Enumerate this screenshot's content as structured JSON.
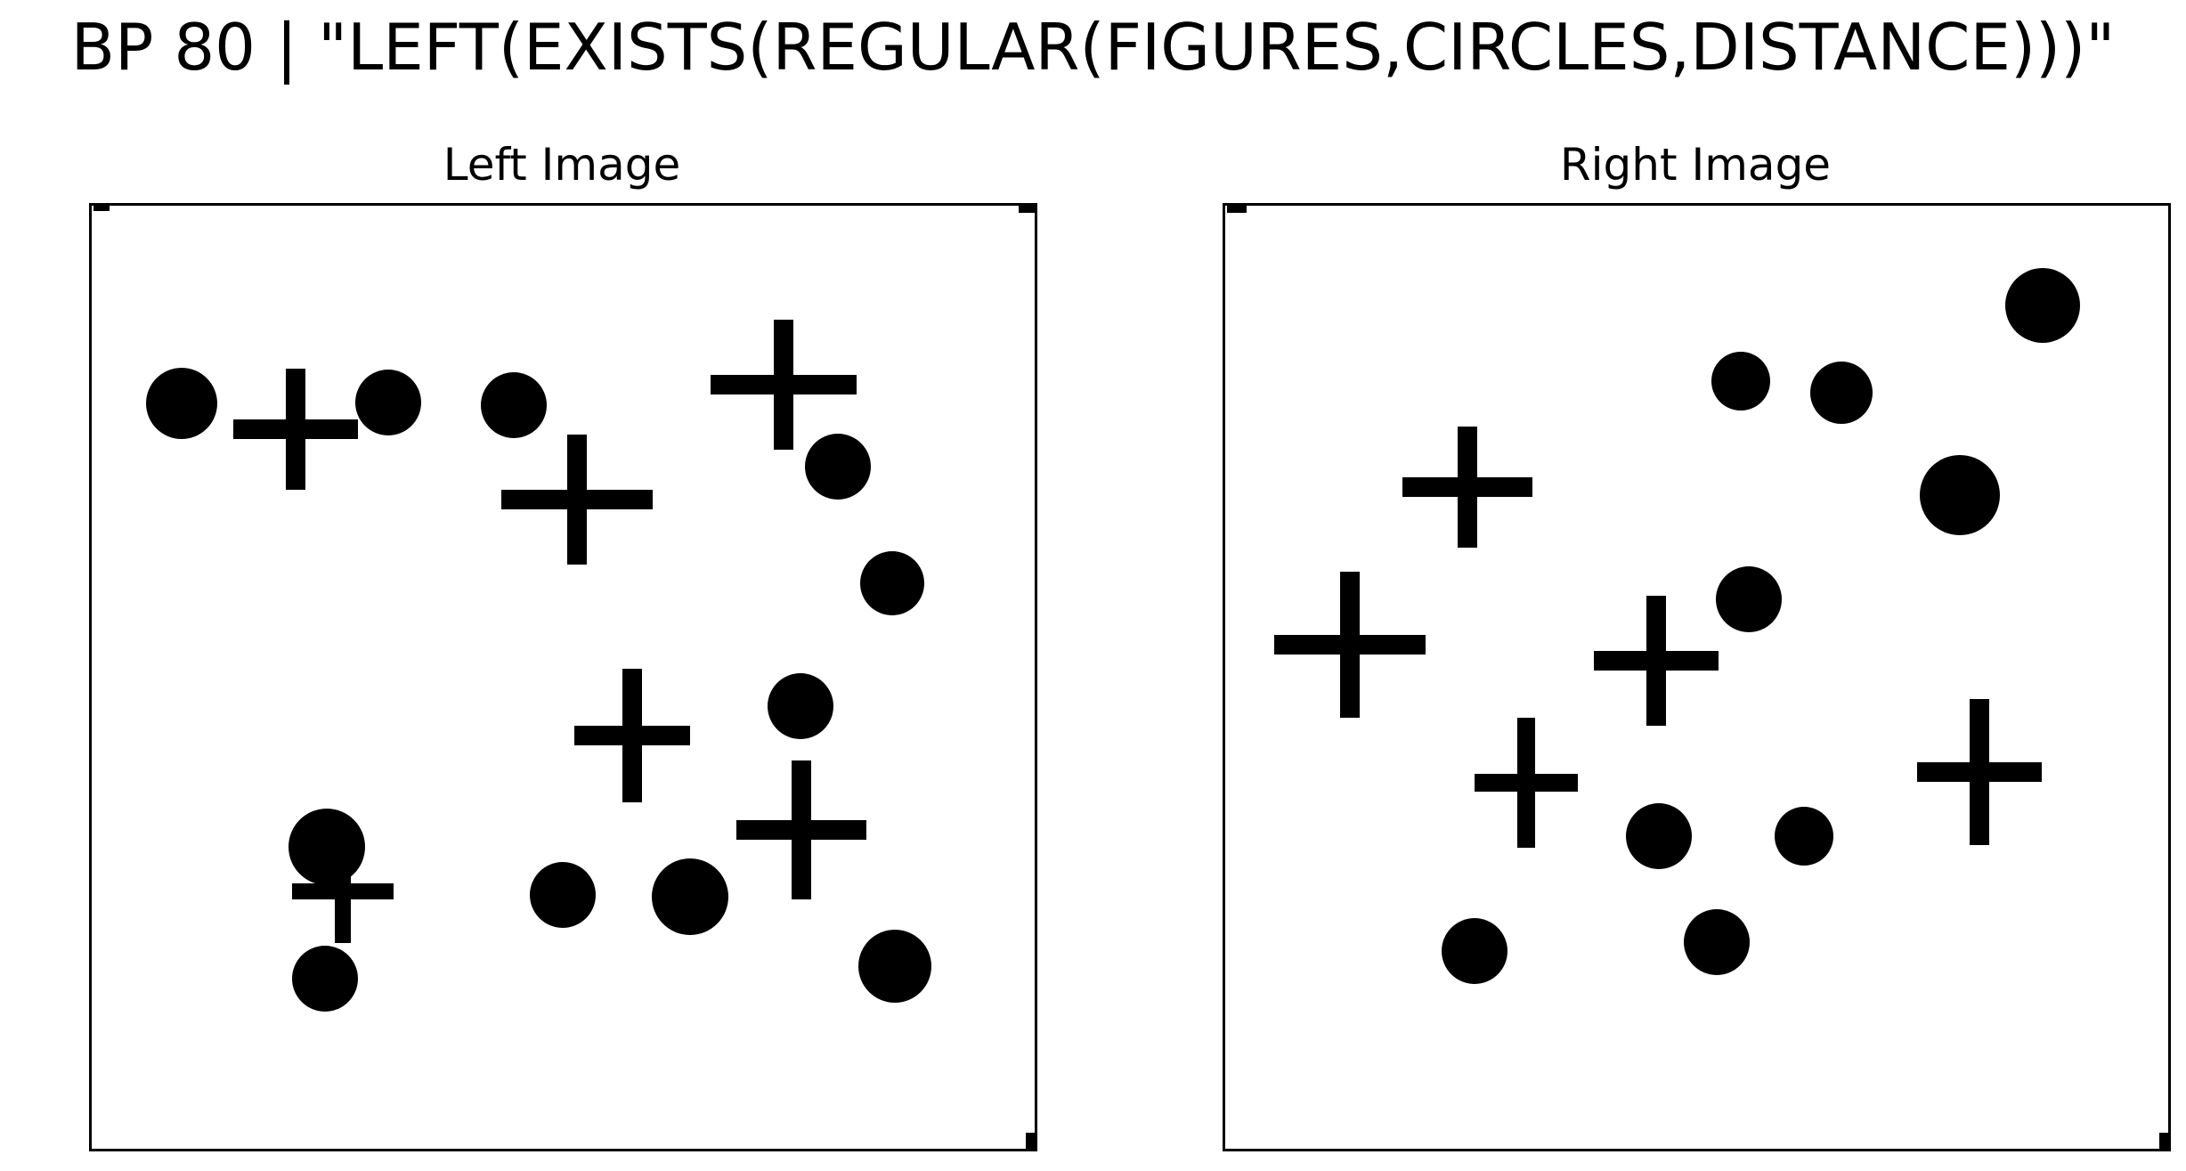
{
  "title": "BP 80 | \"LEFT(EXISTS(REGULAR(FIGURES,CIRCLES,DISTANCE)))\"",
  "panels": {
    "left": {
      "title": "Left Image"
    },
    "right": {
      "title": "Right Image"
    }
  },
  "colors": {
    "ink": "#000000",
    "background": "#ffffff"
  }
}
